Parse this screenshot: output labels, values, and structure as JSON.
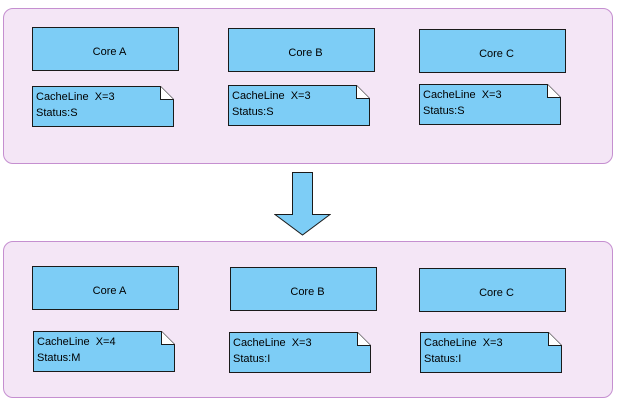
{
  "colors": {
    "panel_fill": "#f4e6f6",
    "panel_border": "#c58fd0",
    "box_fill": "#7dcdf6",
    "stroke": "#1a1a1a"
  },
  "before": {
    "cores": [
      {
        "label": "Core A",
        "cacheline": "CacheLine  X=3",
        "status": "Status:S"
      },
      {
        "label": "Core B",
        "cacheline": "CacheLine  X=3",
        "status": "Status:S"
      },
      {
        "label": "Core C",
        "cacheline": "CacheLine  X=3",
        "status": "Status:S"
      }
    ]
  },
  "after": {
    "cores": [
      {
        "label": "Core A",
        "cacheline": "CacheLine  X=4",
        "status": "Status:M"
      },
      {
        "label": "Core B",
        "cacheline": "CacheLine  X=3",
        "status": "Status:I"
      },
      {
        "label": "Core C",
        "cacheline": "CacheLine  X=3",
        "status": "Status:I"
      }
    ]
  }
}
